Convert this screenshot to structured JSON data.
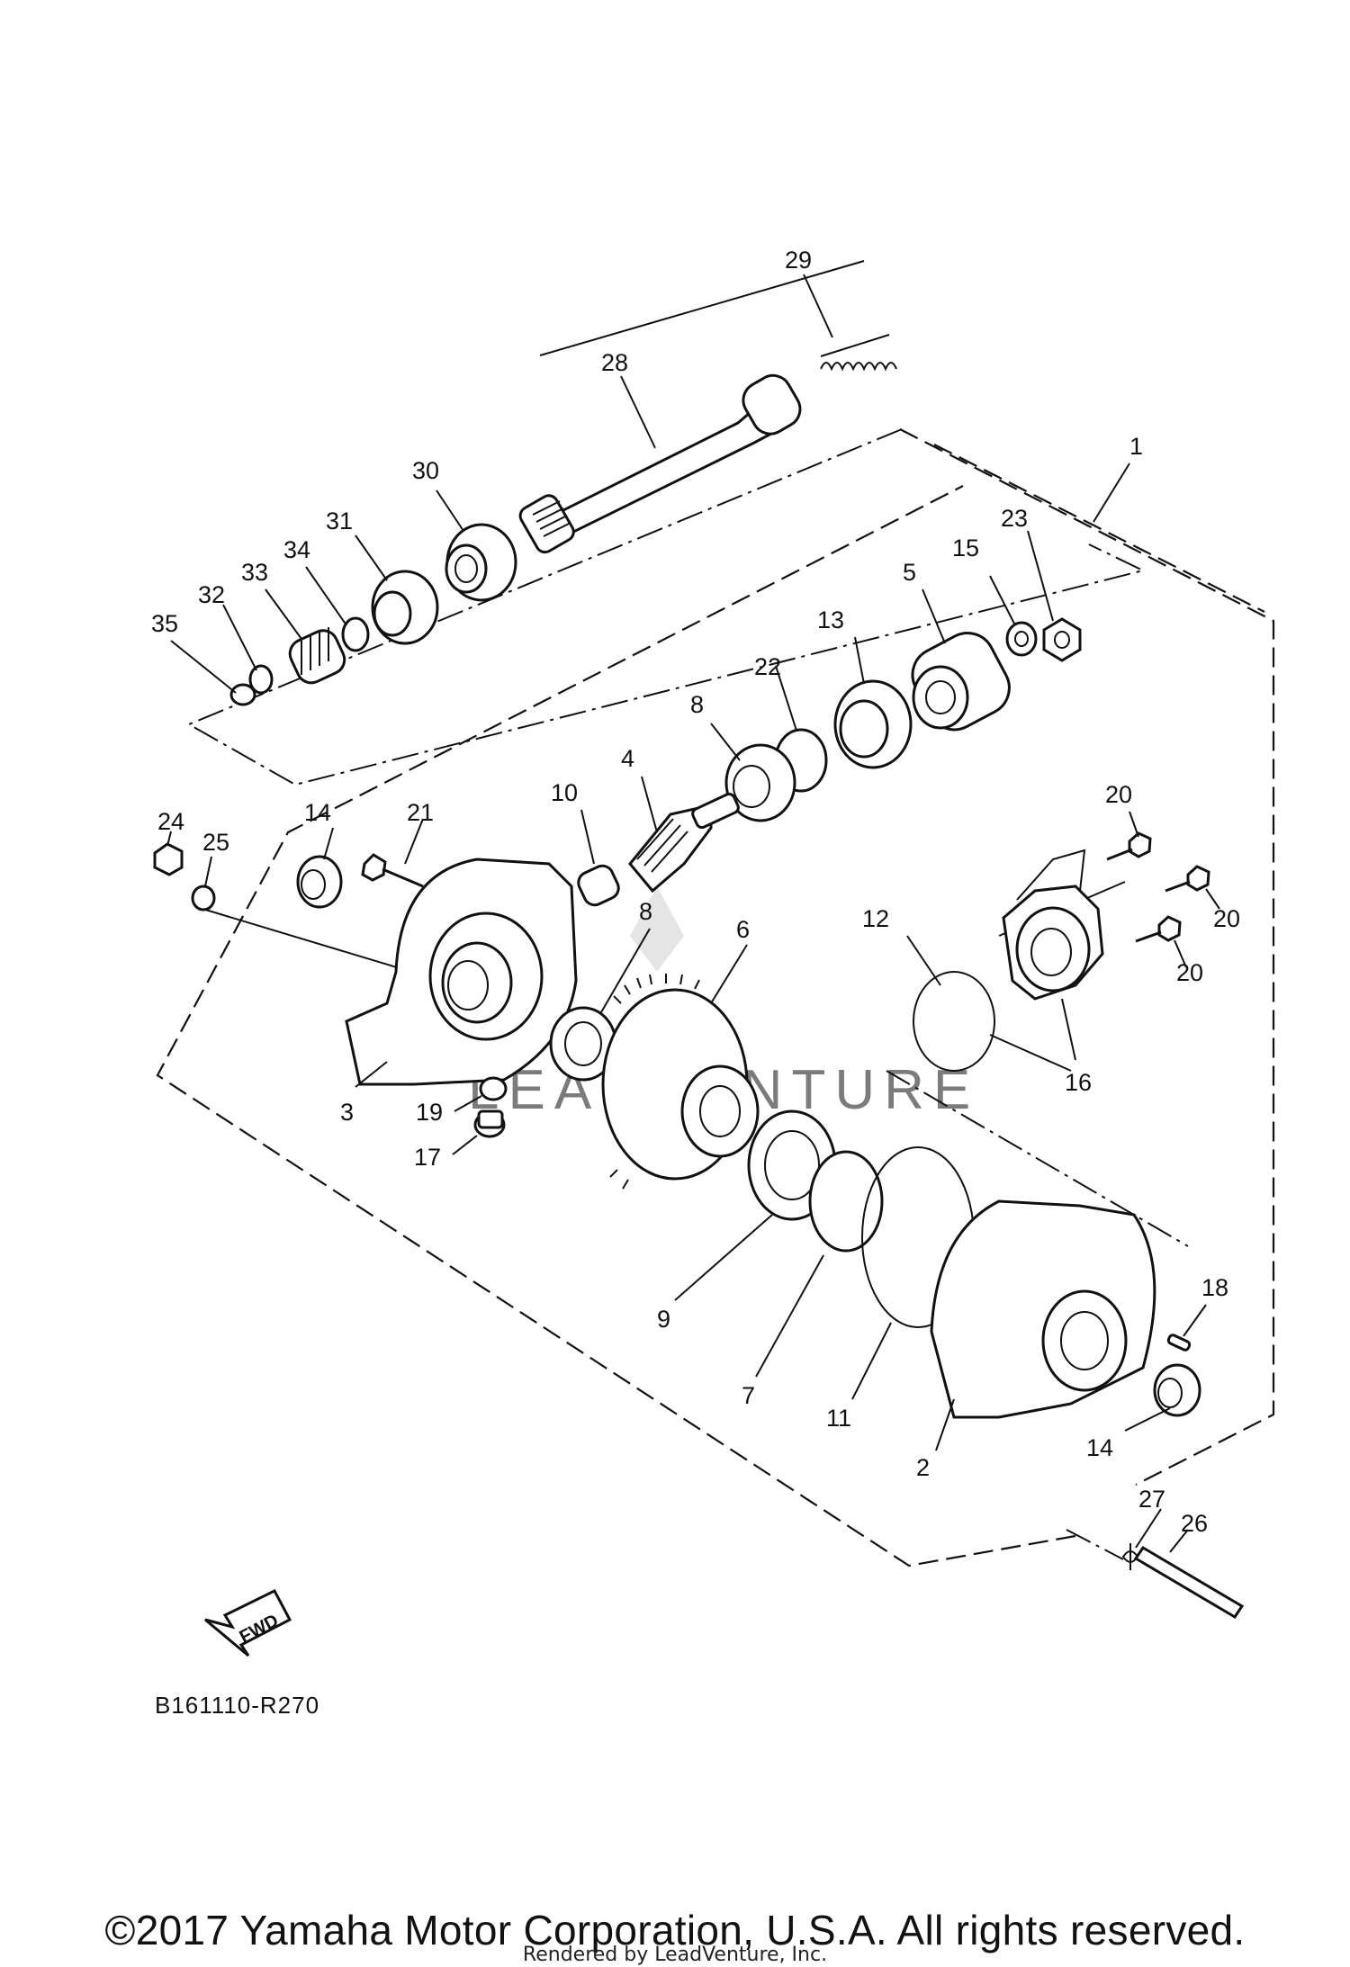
{
  "diagram": {
    "code": "B161110-R270",
    "fwd_label": "FWD",
    "watermark_text": "LEADVENTURE",
    "callouts": [
      "1",
      "2",
      "3",
      "4",
      "5",
      "6",
      "7",
      "8",
      "8",
      "9",
      "10",
      "11",
      "12",
      "13",
      "14",
      "14",
      "15",
      "16",
      "17",
      "18",
      "19",
      "20",
      "20",
      "20",
      "21",
      "22",
      "23",
      "24",
      "25",
      "26",
      "27",
      "28",
      "29",
      "30",
      "31",
      "32",
      "33",
      "34",
      "35"
    ]
  },
  "footer": {
    "copyright": "©2017 Yamaha Motor Corporation, U.S.A. All rights reserved.",
    "rendered_by": "Rendered by LeadVenture, Inc."
  }
}
